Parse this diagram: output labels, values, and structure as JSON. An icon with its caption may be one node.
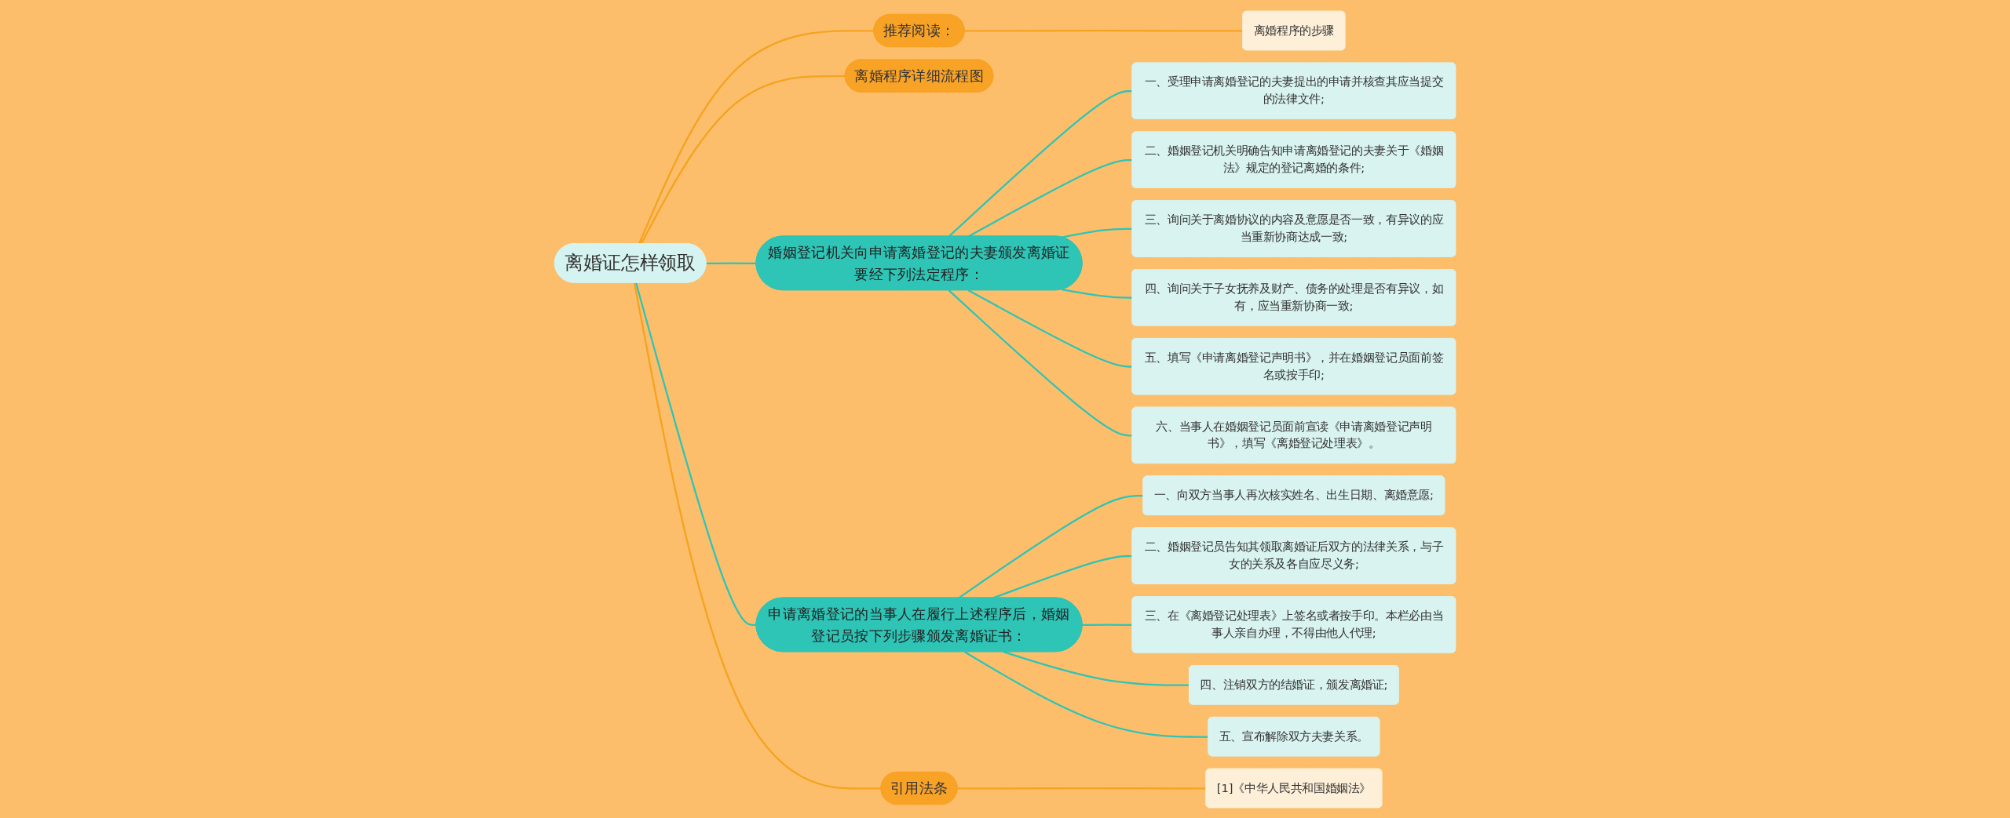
{
  "diagram": {
    "nodes": [
      {
        "text": [
          "离婚证怎样领取"
        ]
      },
      {
        "text": [
          "推荐阅读："
        ]
      },
      {
        "text": [
          "离婚程序的步骤"
        ]
      },
      {
        "text": [
          "离婚程序详细流程图"
        ]
      },
      {
        "text": [
          "婚姻登记机关向申请离婚登记的夫妻颁发离婚证要经下列法定程序："
        ]
      },
      {
        "text": [
          "一、受理申请离婚登记的夫妻提出的申请并核查其应当提交的法律文件;"
        ]
      },
      {
        "text": [
          "二、婚姻登记机关明确告知申请离婚登记的夫妻关于《婚姻法》规定的登记离婚的条件;"
        ]
      },
      {
        "text": [
          "三、询问关于离婚协议的内容及意愿是否一致，有异议的应当重新协商达成一致;"
        ]
      },
      {
        "text": [
          "四、询问关于子女抚养及财产、债务的处理是否有异议，如有，应当重新协商一致;"
        ]
      },
      {
        "text": [
          "五、填写《申请离婚登记声明书》，并在婚姻登记员面前签名或按手印;"
        ]
      },
      {
        "text": [
          "六、当事人在婚姻登记员面前宣读《申请离婚登记声明书》，填写《离婚登记处理表》。"
        ]
      },
      {
        "text": [
          "申请离婚登记的当事人在履行上述程序后，婚姻登记员按下列步骤颁发离婚证书："
        ]
      },
      {
        "text": [
          "一、向双方当事人再次核实姓名、出生日期、离婚意愿;"
        ]
      },
      {
        "text": [
          "二、婚姻登记员告知其领取离婚证后双方的法律关系，与子女的关系及各自应尽义务;"
        ]
      },
      {
        "text": [
          "三、在《离婚登记处理表》上签名或者按手印。本栏必由当事人亲自办理，不得由他人代理;"
        ]
      },
      {
        "text": [
          "四、注销双方的结婚证，颁发离婚证;"
        ]
      },
      {
        "text": [
          "五、宣布解除双方夫妻关系。"
        ]
      },
      {
        "text": [
          "引用法条"
        ]
      },
      {
        "text": [
          "[1]《中华人民共和国婚姻法》"
        ]
      }
    ],
    "edges": [
      {
        "from": 0,
        "to": 1,
        "arrow": "none",
        "color": "#f5a21f"
      },
      {
        "from": 1,
        "to": 2,
        "arrow": "none",
        "color": "#f5a21f"
      },
      {
        "from": 0,
        "to": 3,
        "arrow": "none",
        "color": "#f5a21f"
      },
      {
        "from": 0,
        "to": 4,
        "arrow": "none"
      },
      {
        "from": 4,
        "to": 5,
        "arrow": "none"
      },
      {
        "from": 4,
        "to": 6,
        "arrow": "none"
      },
      {
        "from": 4,
        "to": 7,
        "arrow": "none"
      },
      {
        "from": 4,
        "to": 8,
        "arrow": "none"
      },
      {
        "from": 4,
        "to": 9,
        "arrow": "none"
      },
      {
        "from": 4,
        "to": 10,
        "arrow": "none"
      },
      {
        "from": 0,
        "to": 11,
        "arrow": "none"
      },
      {
        "from": 11,
        "to": 12,
        "arrow": "none"
      },
      {
        "from": 11,
        "to": 13,
        "arrow": "none"
      },
      {
        "from": 11,
        "to": 14,
        "arrow": "none"
      },
      {
        "from": 11,
        "to": 15,
        "arrow": "none"
      },
      {
        "from": 11,
        "to": 16,
        "arrow": "none"
      },
      {
        "from": 0,
        "to": 17,
        "arrow": "none",
        "color": "#f5a21f"
      },
      {
        "from": 17,
        "to": 18,
        "arrow": "none",
        "color": "#f5a21f"
      }
    ]
  }
}
